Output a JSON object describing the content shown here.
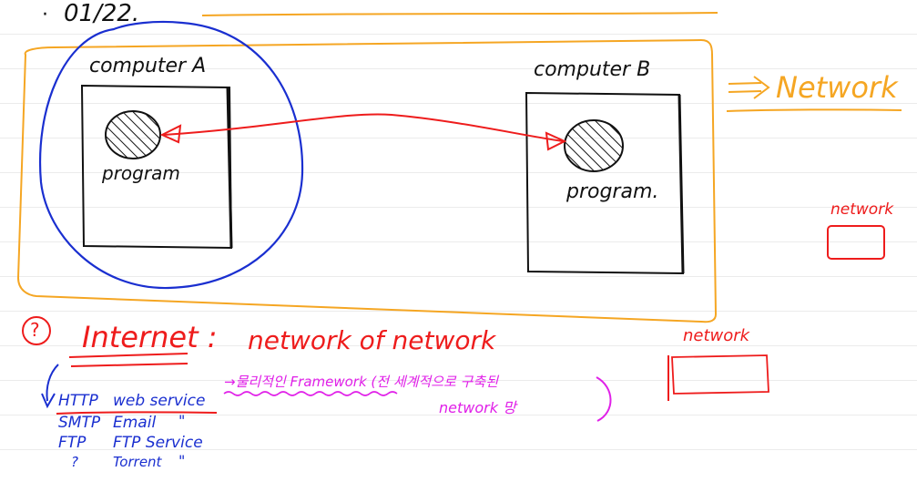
{
  "date": "01/22.",
  "computer_a": {
    "label": "computer A",
    "program": "program"
  },
  "computer_b": {
    "label": "computer B",
    "program": "program."
  },
  "network_arrow_label": "Network",
  "right_network_red": "network",
  "right_network_black": "network",
  "question_mark": "?",
  "internet": {
    "title": "Internet :",
    "definition": "network of network"
  },
  "framework_note": {
    "line1": "→물리적인 Framework (전 세계적으로 구축된",
    "line2": "network 망"
  },
  "services": [
    {
      "protocol": "HTTP",
      "service": "web service"
    },
    {
      "protocol": "SMTP",
      "service": "Email",
      "ditto": "\""
    },
    {
      "protocol": "FTP",
      "service": "FTP Service"
    },
    {
      "protocol": "?",
      "service": "Torrent",
      "ditto": "\""
    }
  ],
  "colors": {
    "ink": "#111111",
    "blue": "#1a2fd0",
    "red": "#ee1c1c",
    "orange": "#f5a623",
    "magenta": "#e020e8"
  }
}
